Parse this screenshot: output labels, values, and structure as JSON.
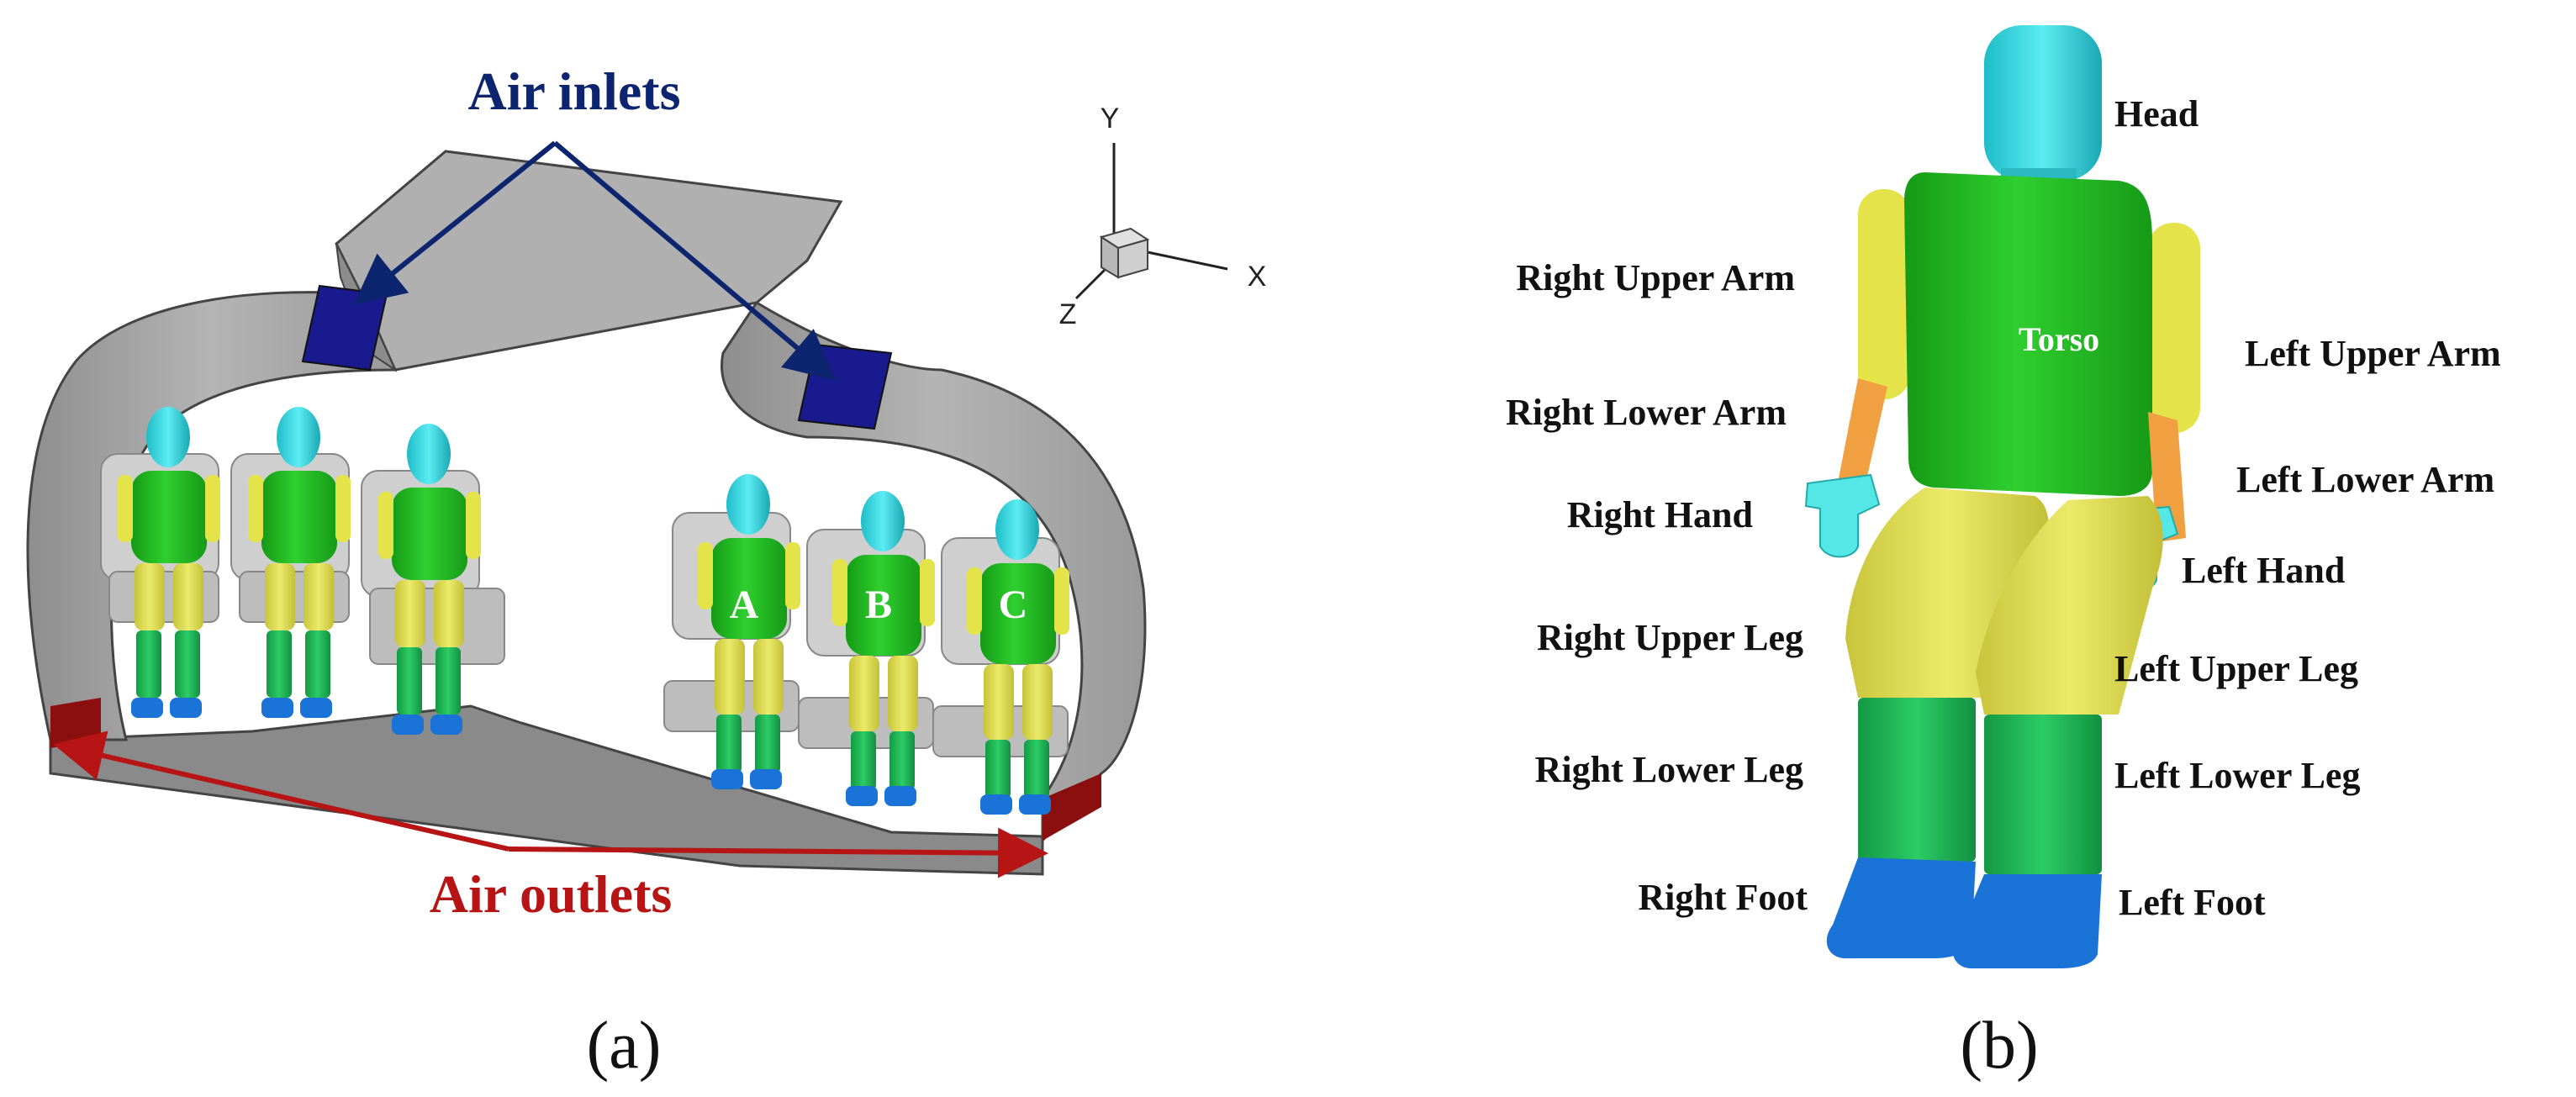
{
  "panel_a": {
    "inlet_label": "Air inlets",
    "outlet_label": "Air outlets",
    "seat_letters": [
      "A",
      "B",
      "C"
    ],
    "axes": {
      "y": "Y",
      "x": "X",
      "z": "Z"
    },
    "caption": "(a)",
    "colors": {
      "inlet": "#0d246e",
      "outlet": "#b71515",
      "shell": "#a9a9a9",
      "inlet_patch": "#1a1a8f",
      "outlet_patch": "#8c0f0f"
    }
  },
  "panel_b": {
    "parts": {
      "head": "Head",
      "torso": "Torso",
      "right_upper_arm": "Right Upper Arm",
      "right_lower_arm": "Right Lower Arm",
      "right_hand": "Right Hand",
      "right_upper_leg": "Right Upper Leg",
      "right_lower_leg": "Right Lower Leg",
      "right_foot": "Right Foot",
      "left_upper_arm": "Left Upper Arm",
      "left_lower_arm": "Left Lower Arm",
      "left_hand": "Left Hand",
      "left_upper_leg": "Left Upper Leg",
      "left_lower_leg": "Left Lower Leg",
      "left_foot": "Left Foot"
    },
    "caption": "(b)",
    "colors": {
      "head": "#33dde6",
      "torso": "#22c022",
      "upper_arm": "#e4e34a",
      "lower_arm": "#f0a040",
      "hand": "#55e6e6",
      "upper_leg": "#e2df55",
      "lower_leg": "#22bb55",
      "foot": "#1a73d6"
    }
  }
}
